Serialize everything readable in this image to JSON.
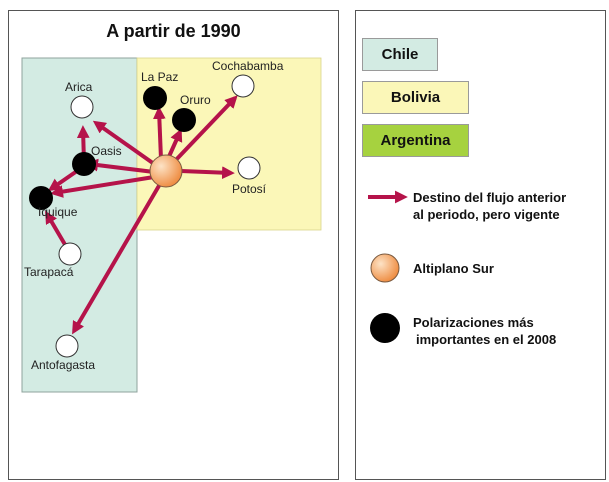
{
  "map": {
    "title": "A partir de 1990",
    "cities": {
      "arica": "Arica",
      "oasis": "Oasis",
      "iquique": "Iquique",
      "tarapaca": "Tarapacá",
      "antofagasta": "Antofagasta",
      "la_paz": "La Paz",
      "oruro": "Oruro",
      "cochabamba": "Cochabamba",
      "potosi": "Potosí"
    }
  },
  "legend": {
    "chile": "Chile",
    "bolivia": "Bolivia",
    "argentina": "Argentina",
    "arrow_line1": "Destino del flujo anterior",
    "arrow_line2": "al periodo, pero vigente",
    "altiplano": "Altiplano Sur",
    "polarization_line1": "Polarizaciones más",
    "polarization_line2": "importantes en el 2008"
  },
  "colors": {
    "chile": "#d3ebe3",
    "bolivia": "#fbf7b8",
    "argentina": "#a6d23f",
    "arrow": "#b5134a",
    "altiplano_light": "#fde3c6",
    "altiplano_dark": "#ee8a3e"
  }
}
